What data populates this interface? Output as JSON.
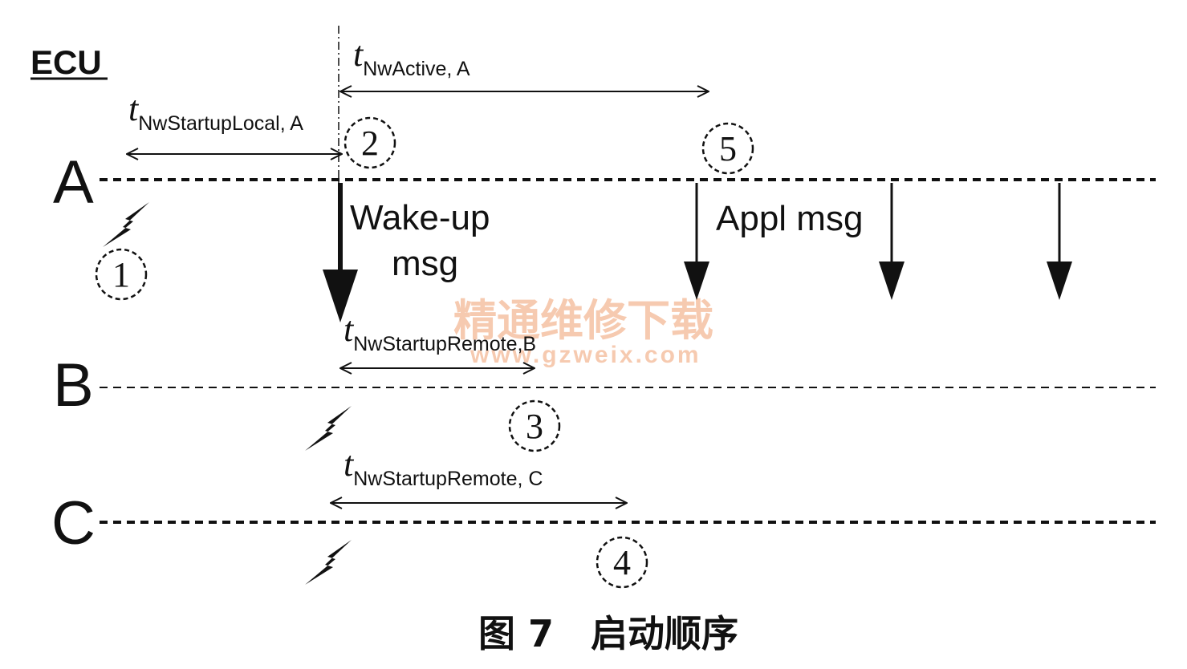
{
  "header": {
    "label": "ECU"
  },
  "nodes": [
    {
      "id": "A",
      "label": "A"
    },
    {
      "id": "B",
      "label": "B"
    },
    {
      "id": "C",
      "label": "C"
    }
  ],
  "timings": [
    {
      "id": "nw-active-a",
      "t": "t",
      "sub": "NwActive, A"
    },
    {
      "id": "startup-local-a",
      "t": "t",
      "sub": "NwStartupLocal, A"
    },
    {
      "id": "startup-remote-b",
      "t": "t",
      "sub": "NwStartupRemote,B"
    },
    {
      "id": "startup-remote-c",
      "t": "t",
      "sub": "NwStartupRemote, C"
    }
  ],
  "messages": {
    "wakeup_line1": "Wake-up",
    "wakeup_line2": "msg",
    "appl": "Appl msg"
  },
  "steps": [
    "1",
    "2",
    "3",
    "4",
    "5"
  ],
  "watermark": {
    "cn": "精通维修下载",
    "url": "www.gzweix.com"
  },
  "caption": "图 7　启动顺序",
  "colors": {
    "ink": "#111111",
    "watermark": "#f0a070"
  }
}
